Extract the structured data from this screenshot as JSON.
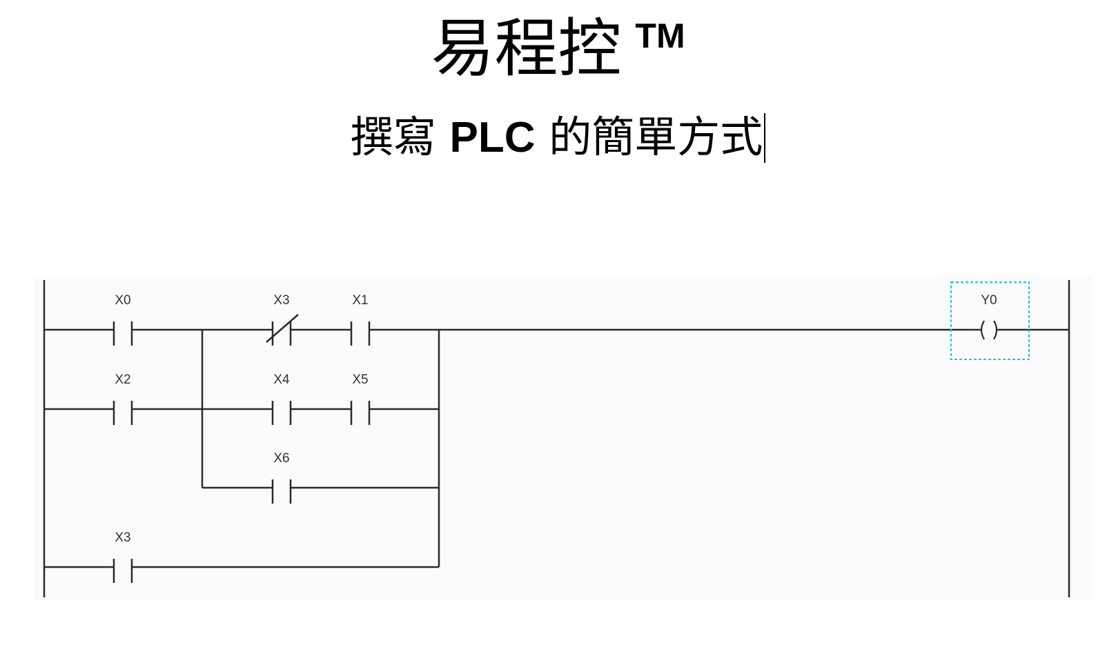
{
  "title": {
    "text": "易程控",
    "trademark": "TM"
  },
  "subtitle": {
    "part1": "撰寫",
    "latin": "PLC",
    "part2": "的簡單方式"
  },
  "ladder": {
    "line_color": "#2a2a2a",
    "selection_color": "#14c8e6",
    "labels": {
      "x0": "X0",
      "x3_nc": "X3",
      "x1": "X1",
      "x2": "X2",
      "x4": "X4",
      "x5": "X5",
      "x6": "X6",
      "x3_bottom": "X3",
      "y0": "Y0"
    }
  }
}
